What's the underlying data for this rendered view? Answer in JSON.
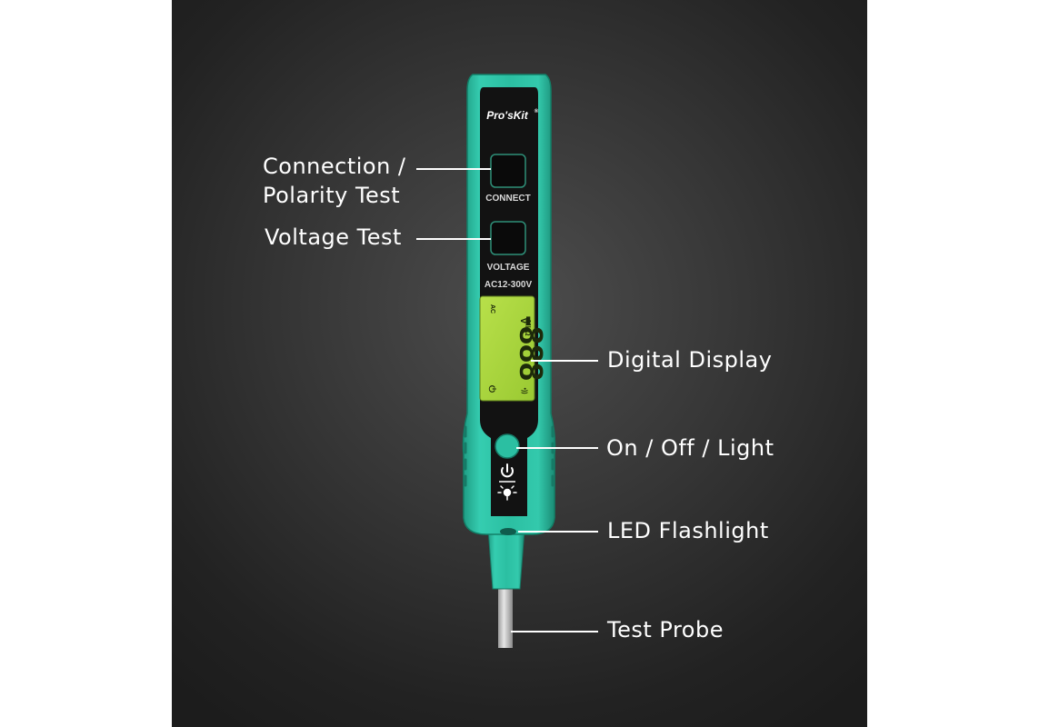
{
  "device": {
    "brand": "Pro'sKit",
    "brand_mark": "®",
    "connect_label": "CONNECT",
    "voltage_label": "VOLTAGE",
    "voltage_range": "AC12-300V",
    "display": {
      "digits": "-888",
      "unit_v": "V",
      "unit_ohm": "MkΩ",
      "ac_symbol": "AC",
      "power_symbol": "⏻",
      "buzzer_symbol": "•))"
    },
    "power_icon": "power-icon",
    "light_icon": "flashlight-icon",
    "colors": {
      "body": "#2bbfa2",
      "face": "#111111",
      "lcd": "#a7d43a"
    }
  },
  "callouts": [
    {
      "id": "connection",
      "lines": [
        "Connection /",
        "Polarity Test"
      ]
    },
    {
      "id": "voltage",
      "lines": [
        "Voltage Test"
      ]
    },
    {
      "id": "display",
      "lines": [
        "Digital Display"
      ]
    },
    {
      "id": "power",
      "lines": [
        "On / Off / Light"
      ]
    },
    {
      "id": "flashlight",
      "lines": [
        "LED Flashlight"
      ]
    },
    {
      "id": "probe",
      "lines": [
        "Test Probe"
      ]
    }
  ]
}
